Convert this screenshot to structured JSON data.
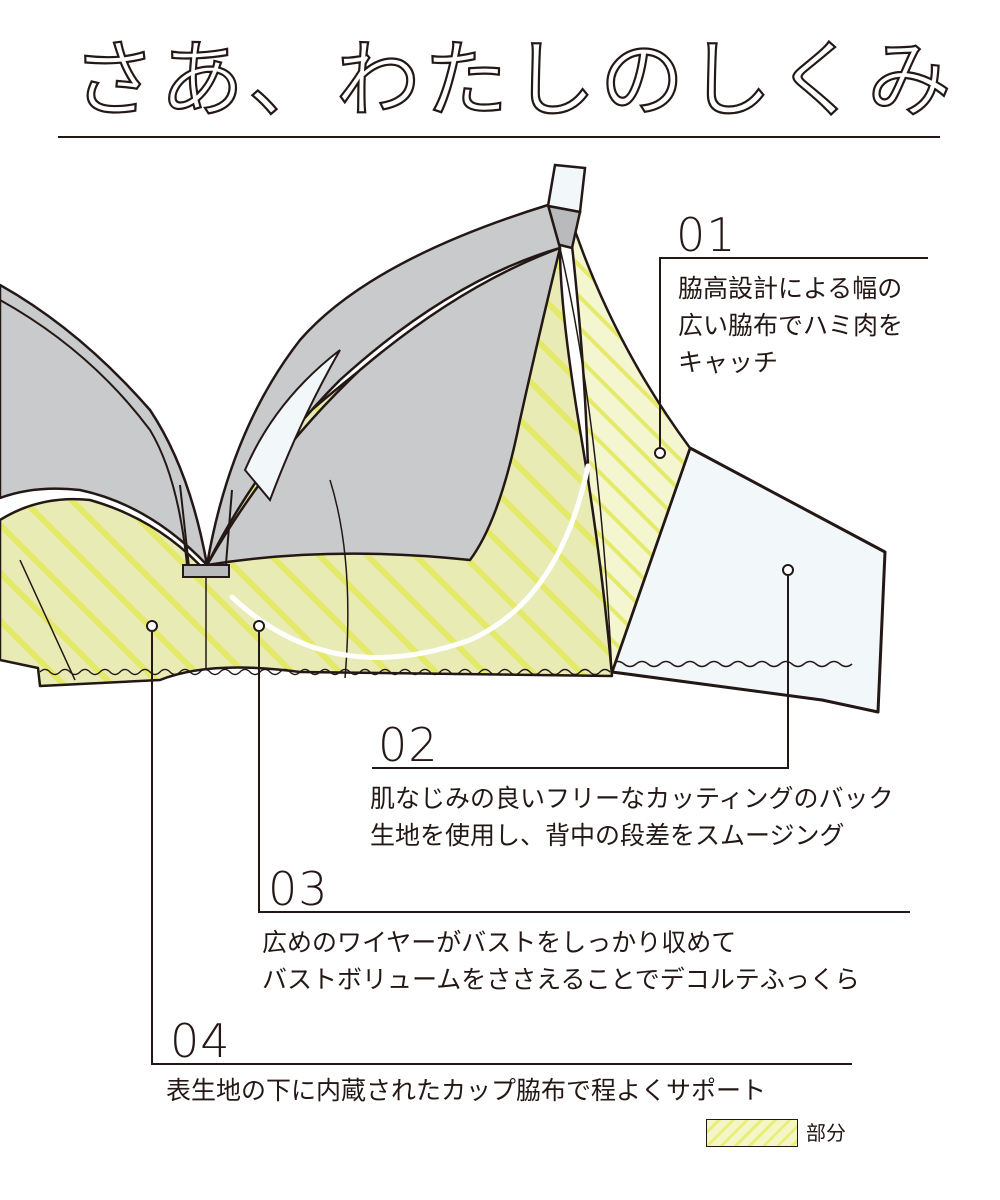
{
  "title": "さあ、わたしのしくみ",
  "callouts": [
    {
      "number": "01",
      "lines": [
        "脇高設計による幅の",
        "広い脇布でハミ肉を",
        "キャッチ"
      ]
    },
    {
      "number": "02",
      "lines": [
        "肌なじみの良いフリーなカッティングのバック",
        "生地を使用し、背中の段差をスムージング"
      ]
    },
    {
      "number": "03",
      "lines": [
        "広めのワイヤーがバストをしっかり収めて",
        "バストボリュームをささえることでデコルテふっくら"
      ]
    },
    {
      "number": "04",
      "lines": [
        "表生地の下に内蔵されたカップ脇布で程よくサポート"
      ]
    }
  ],
  "legend": {
    "label": "部分"
  },
  "colors": {
    "line": "#231815",
    "cup_gray": "#c9cacb",
    "panel_yellow": "#e9ecb0",
    "stripe": "#e6ea6c",
    "back_band": "#f2f7fa"
  }
}
